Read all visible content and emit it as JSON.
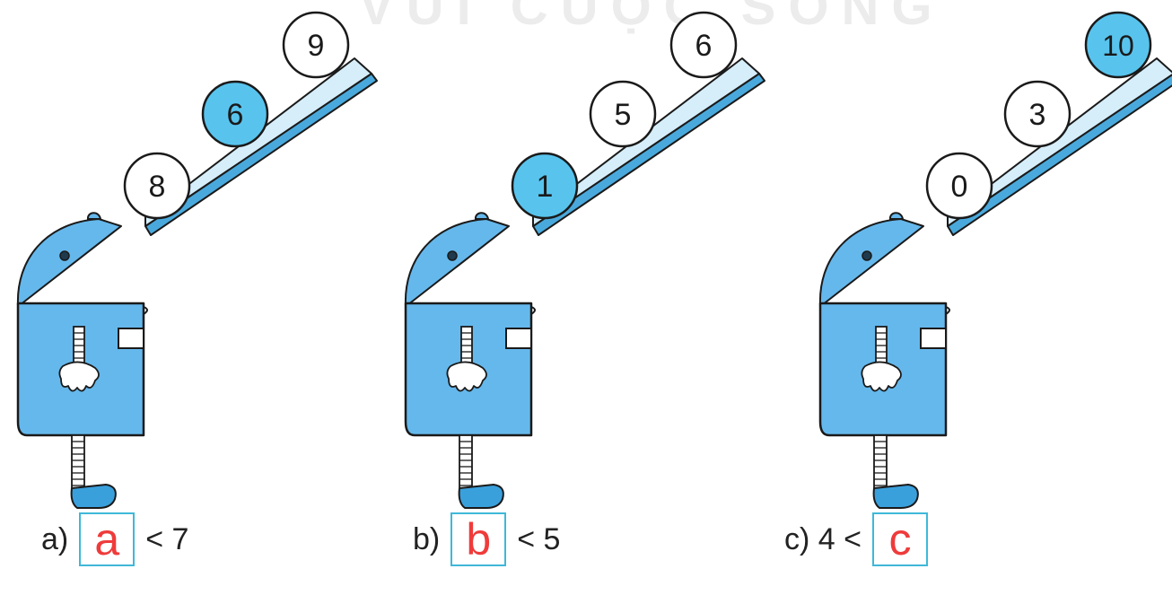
{
  "watermark": "VUI CUỘC SỐNG",
  "colors": {
    "robot_fill": "#65b8ec",
    "robot_outline": "#1a1a1a",
    "ramp_fill": "#d6eefa",
    "ramp_side": "#4aa9dc",
    "ball_highlight": "#58c4ee",
    "ball_plain": "#ffffff",
    "answer_letter": "#ef3b3b",
    "answer_box_border": "#3fb8d8"
  },
  "panels": [
    {
      "id": "a",
      "balls": [
        {
          "label": "8",
          "highlighted": false
        },
        {
          "label": "6",
          "highlighted": true
        },
        {
          "label": "9",
          "highlighted": false
        }
      ],
      "caption": {
        "prefix": "a)",
        "answer": "a",
        "suffix": "< 7"
      }
    },
    {
      "id": "b",
      "balls": [
        {
          "label": "1",
          "highlighted": true
        },
        {
          "label": "5",
          "highlighted": false
        },
        {
          "label": "6",
          "highlighted": false
        }
      ],
      "caption": {
        "prefix": "b)",
        "answer": "b",
        "suffix": "< 5"
      }
    },
    {
      "id": "c",
      "balls": [
        {
          "label": "0",
          "highlighted": false
        },
        {
          "label": "3",
          "highlighted": false
        },
        {
          "label": "10",
          "highlighted": true
        }
      ],
      "caption": {
        "prefix": "c) 4 <",
        "answer": "c",
        "suffix": ""
      }
    }
  ]
}
